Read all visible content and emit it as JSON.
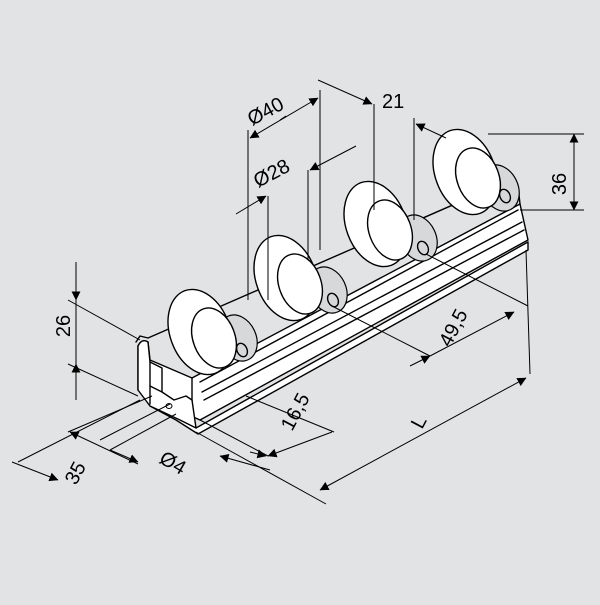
{
  "dimensions": {
    "d40": "Ø40",
    "d28": "Ø28",
    "pitch21": "21",
    "h36": "36",
    "h26": "26",
    "l49_5": "49,5",
    "l16_5": "16,5",
    "w35": "35",
    "d4": "Ø4",
    "length": "L"
  },
  "colors": {
    "background": "#e2e3e5",
    "line": "#000000",
    "part": "#ffffff"
  }
}
